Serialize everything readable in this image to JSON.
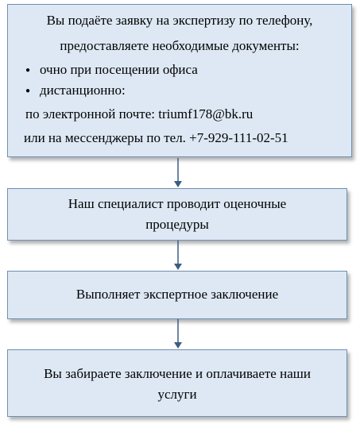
{
  "steps": [
    {
      "lines": [
        "Вы подаёте заявку на экспертизу по телефону,",
        "предоставляете необходимые документы:"
      ],
      "bullets": [
        "очно при посещении офиса",
        "дистанционно:"
      ],
      "email_line": "по электронной почте: triumf178@bk.ru",
      "phone_line": "или на мессенджеры по тел. +7-929-111-02-51"
    },
    {
      "lines": [
        "Наш специалист проводит оценочные",
        "процедуры"
      ]
    },
    {
      "lines": [
        "Выполняет экспертное заключение"
      ]
    },
    {
      "lines": [
        "Вы забираете заключение и оплачиваете наши",
        "услуги"
      ]
    }
  ],
  "colors": {
    "box_fill": "#dde8f4",
    "box_border": "#6f8fb3",
    "arrow": "#3c5d82"
  }
}
